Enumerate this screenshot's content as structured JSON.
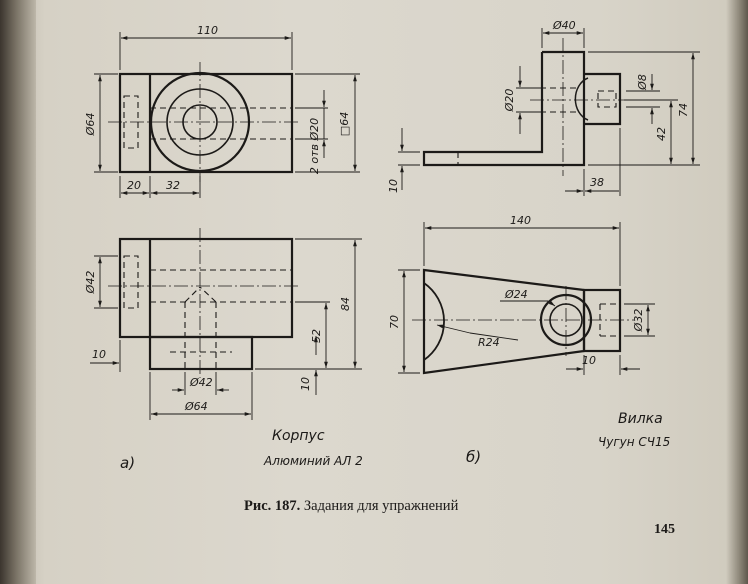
{
  "drawing_a": {
    "dims": {
      "top_width": "110",
      "left_dia": "Ø64",
      "right_square": "□64",
      "holes": "2 отв Ø20",
      "dim_20": "20",
      "dim_32": "32",
      "front_dia42": "Ø42",
      "front_84": "84",
      "front_52": "52",
      "front_10_left": "10",
      "front_10_right": "10",
      "base_dia42": "Ø42",
      "base_dia64": "Ø64"
    },
    "label": "а)",
    "title": "Корпус",
    "material": "Алюминий АЛ 2"
  },
  "drawing_b": {
    "dims": {
      "top_dia40": "Ø40",
      "dia20": "Ø20",
      "dia8": "Ø8",
      "h74": "74",
      "h42": "42",
      "w38": "38",
      "t10": "10",
      "len140": "140",
      "h70": "70",
      "dia24": "Ø24",
      "r24": "R24",
      "dia32": "Ø32",
      "w10": "10"
    },
    "label": "б)",
    "title": "Вилка",
    "material": "Чугун СЧ15"
  },
  "caption": {
    "prefix": "Рис. 187.",
    "text": "Задания для упражнений"
  },
  "page_number": "145"
}
